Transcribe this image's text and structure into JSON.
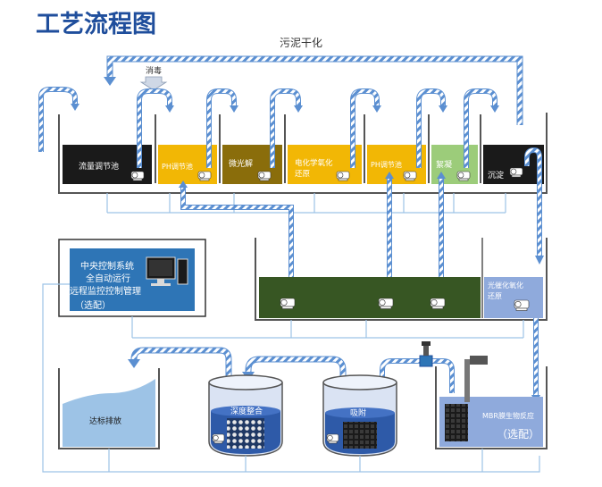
{
  "title": "工艺流程图",
  "sludge_label": "污泥干化",
  "disinfect_label": "消毒",
  "tanks_top": [
    {
      "label": "流量调节池",
      "color": "#1a1a1a",
      "text_color": "#ffffff"
    },
    {
      "label": "PH调节池",
      "color": "#f2b705",
      "text_color": "#ffffff"
    },
    {
      "label": "微光解",
      "color": "#8a6d0b",
      "text_color": "#ffffff"
    },
    {
      "label_lines": [
        "电化学氧化",
        "还原"
      ],
      "color": "#f2b705",
      "text_color": "#ffffff"
    },
    {
      "label": "PH调节池",
      "color": "#f2b705",
      "text_color": "#ffffff"
    },
    {
      "label": "絮凝",
      "color": "#9ccc7a",
      "text_color": "#ffffff"
    },
    {
      "label": "沉淀",
      "color": "#1a1a1a",
      "text_color": "#ffffff"
    }
  ],
  "control": {
    "lines": [
      "中央控制系统",
      "全自动运行",
      "远程监控控制管理",
      "（选配）"
    ],
    "color": "#2e75b6"
  },
  "middle_tank": {
    "color": "#375623",
    "photo_label_lines": [
      "光催化氧化",
      "还原"
    ],
    "photo_color": "#8faadc"
  },
  "bottom": {
    "discharge_label": "达标排放",
    "deep_label": "深度整合",
    "adsorb_label": "吸附",
    "mbr_label": "MBR膜生物反应",
    "mbr_optional": "（选配）"
  },
  "colors": {
    "water_blue": "#2e75b6",
    "light_blue": "#bdd7ee",
    "line_blue": "#9dc3e6",
    "title_blue": "#1f4e9c"
  }
}
